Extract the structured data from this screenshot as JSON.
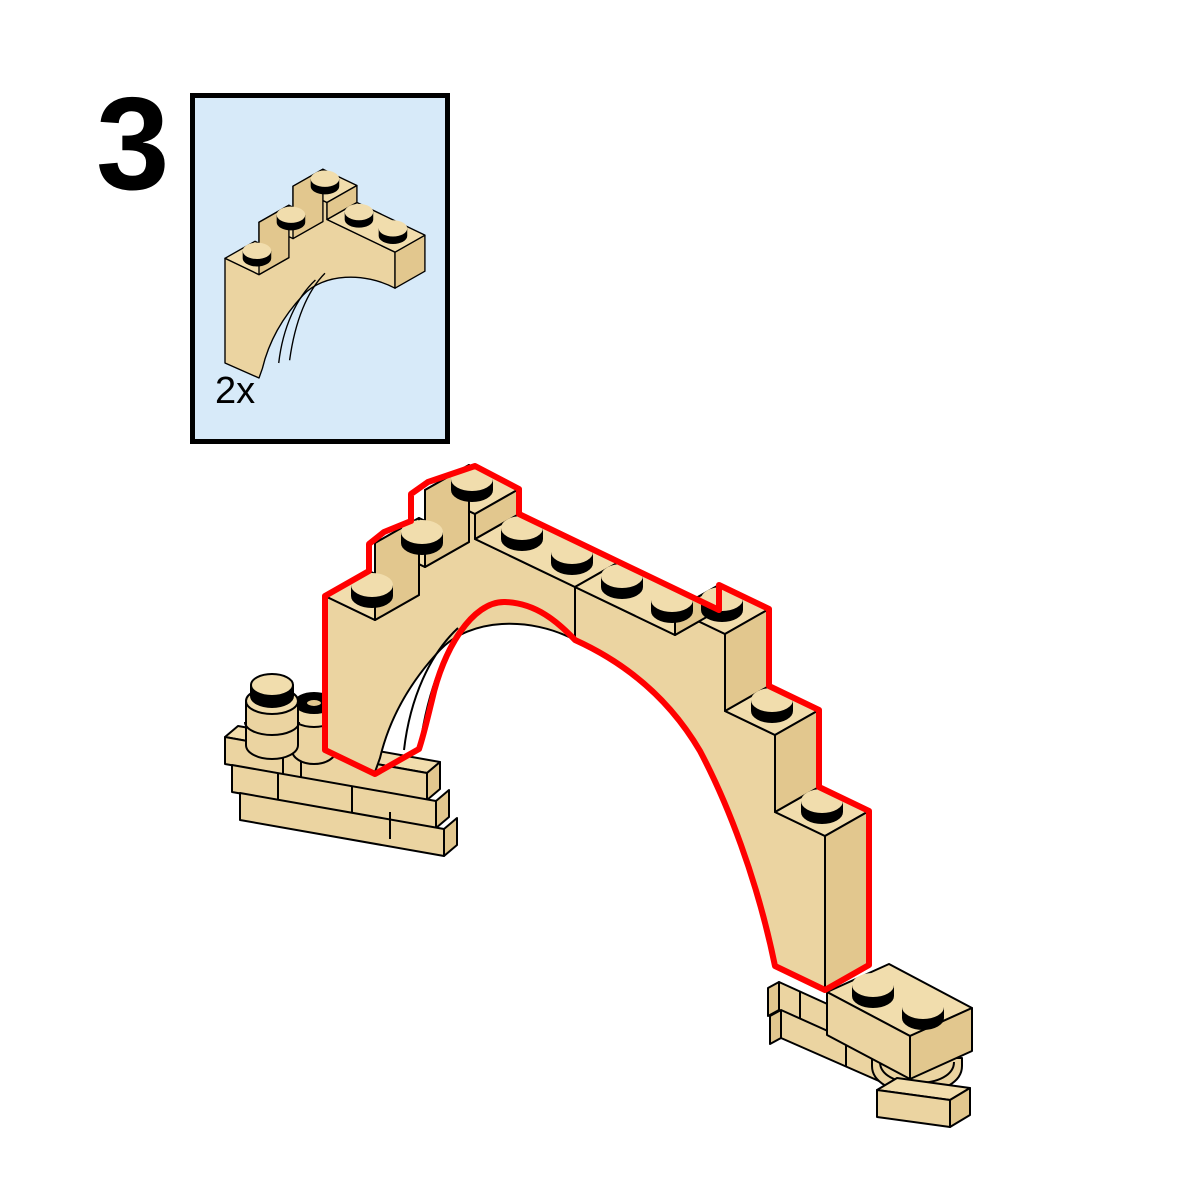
{
  "step": {
    "number": "3"
  },
  "parts_callout": {
    "quantity_label": "2x",
    "quantity": 2,
    "part_icon": "arch-brick-1x5x4-tan-icon"
  },
  "model": {
    "description_icon": "lego-arch-assembly-icon",
    "new_parts_highlight": "red-outline",
    "stud_count_top": 10
  },
  "colors": {
    "tan-top": "#F1DDAD",
    "tan-front": "#EBD4A1",
    "tan-side": "#E2C78E",
    "outline": "#000000",
    "highlight-red": "#FF0000",
    "callout-bg": "#D7EAF9",
    "callout-border": "#000000",
    "text": "#000000"
  }
}
